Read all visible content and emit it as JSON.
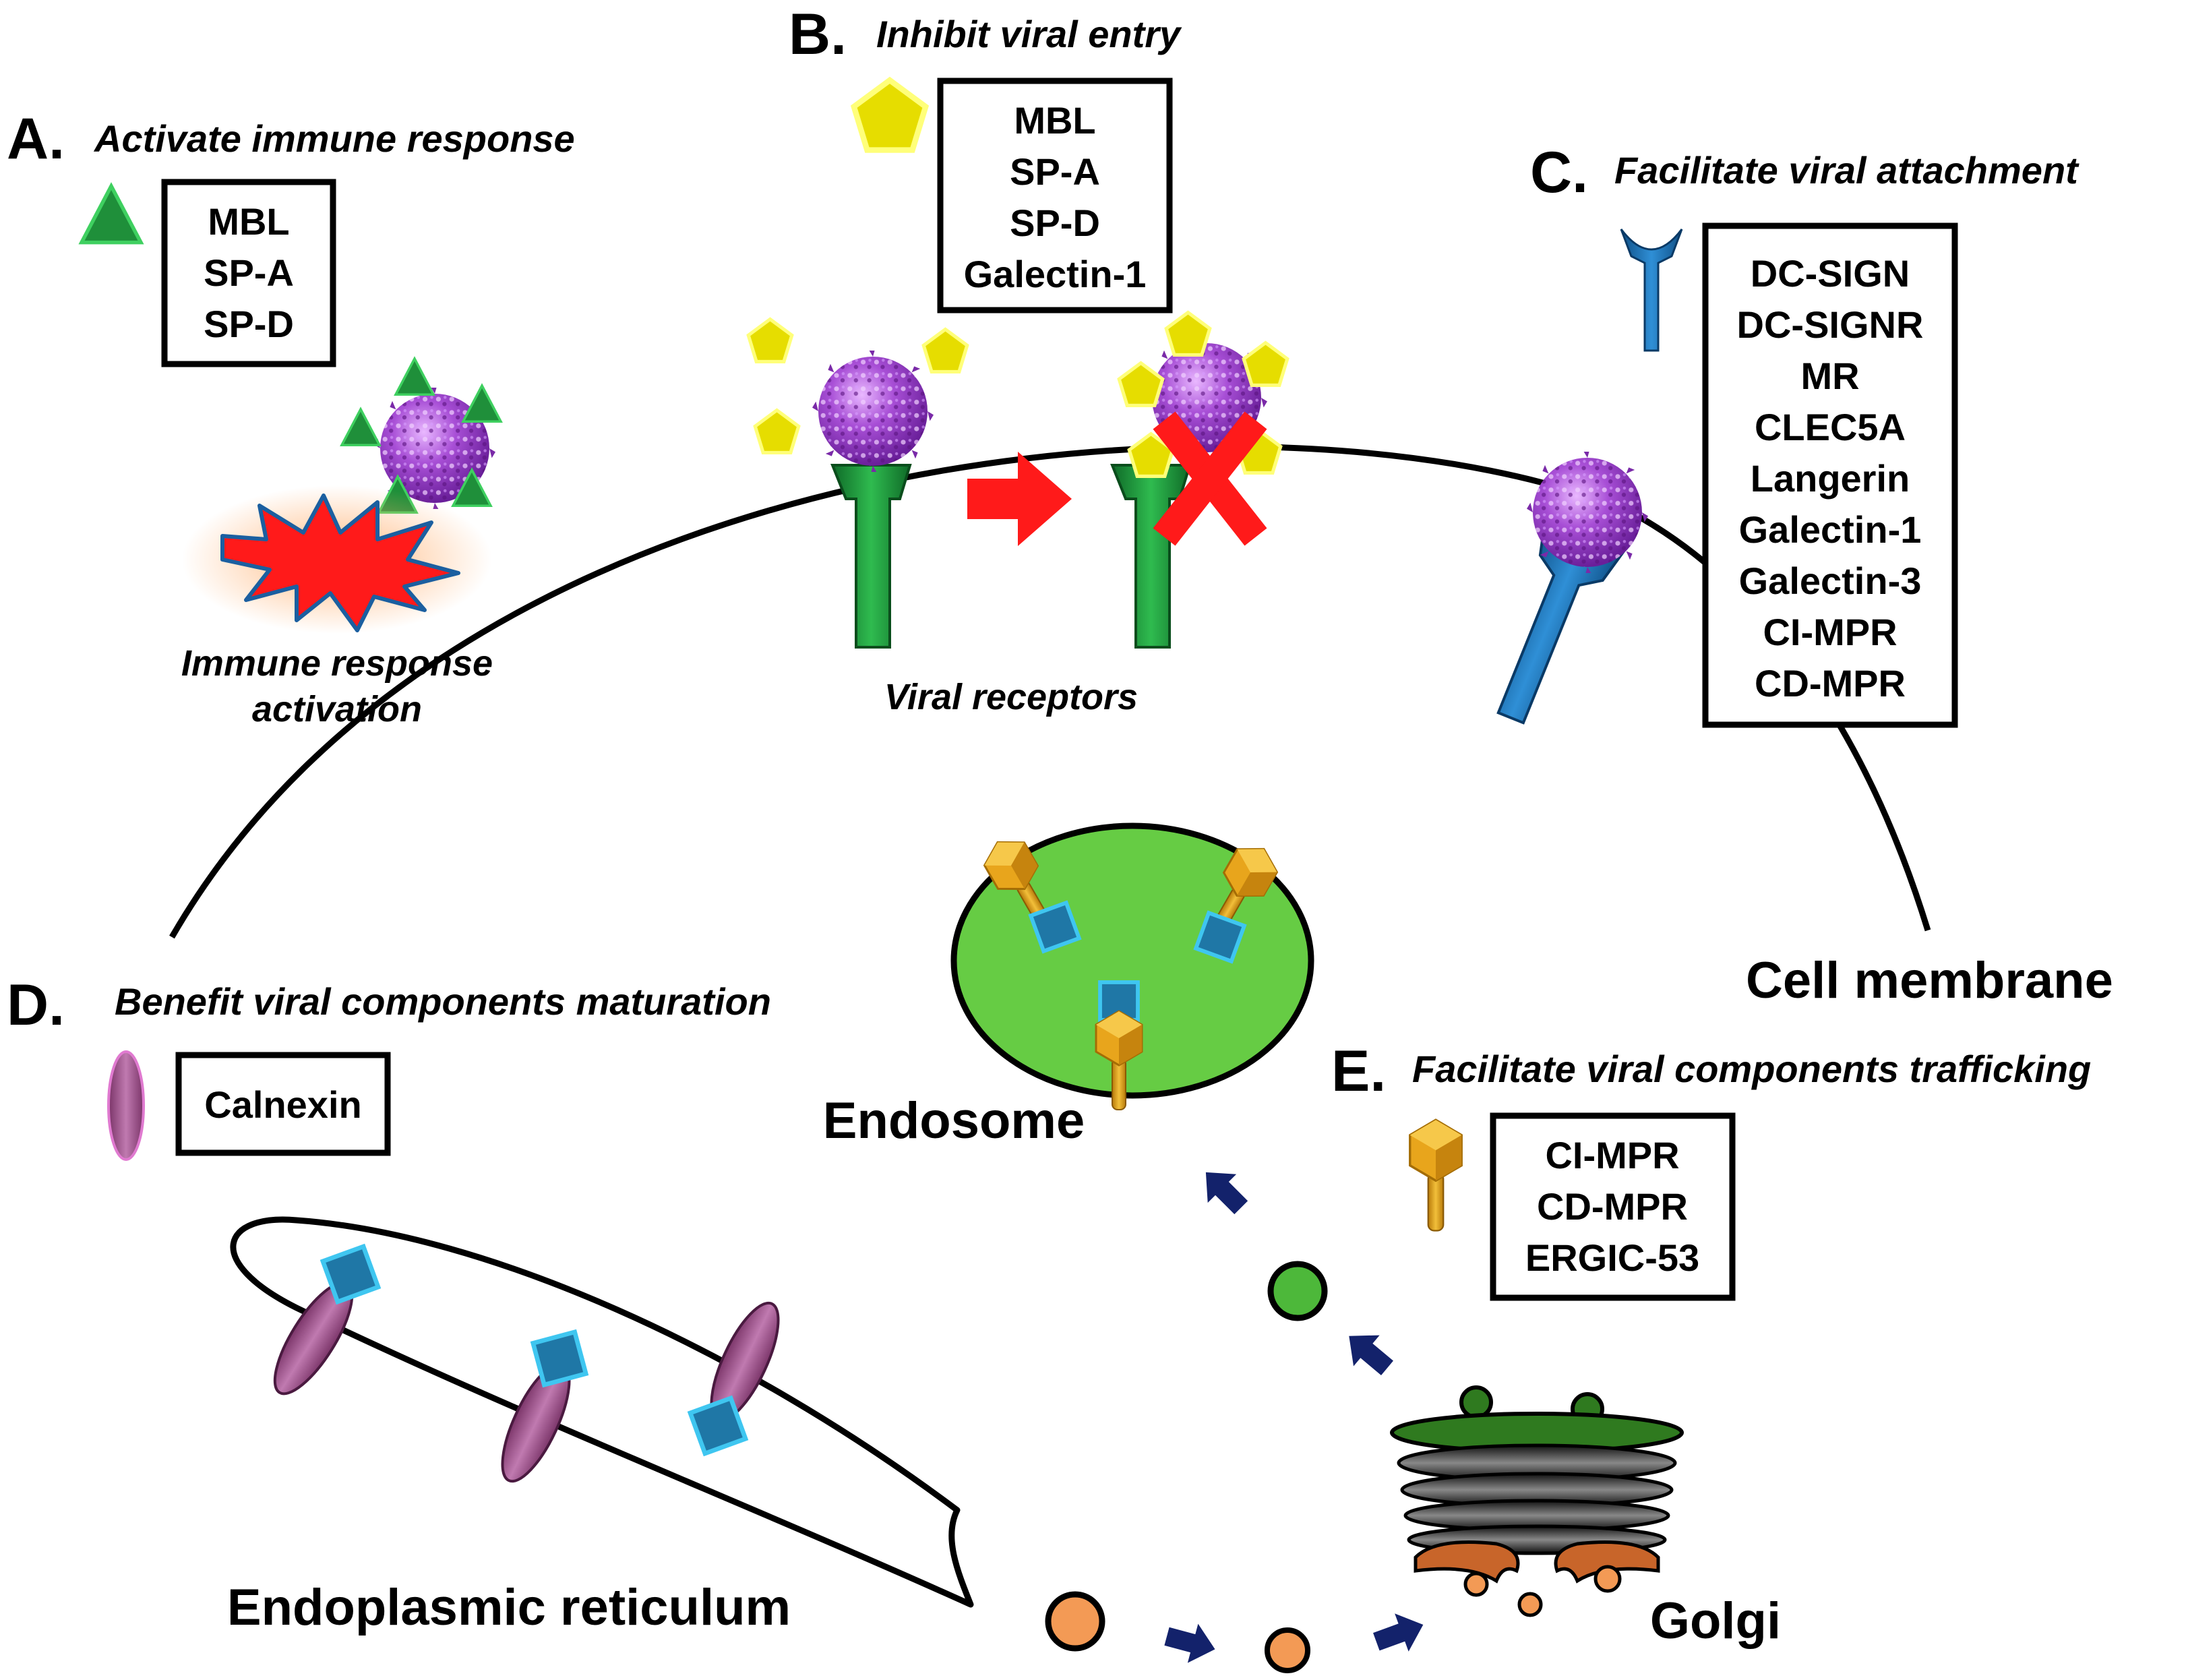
{
  "panels": {
    "a": {
      "letter": "A.",
      "title": "Activate immune response",
      "items": [
        "MBL",
        "SP-A",
        "SP-D"
      ],
      "caption_line1": "Immune response",
      "caption_line2": "activation"
    },
    "b": {
      "letter": "B.",
      "title": "Inhibit viral entry",
      "items": [
        "MBL",
        "SP-A",
        "SP-D",
        "Galectin-1"
      ],
      "receptors_label": "Viral receptors"
    },
    "c": {
      "letter": "C.",
      "title": "Facilitate viral attachment",
      "items": [
        "DC-SIGN",
        "DC-SIGNR",
        "MR",
        "CLEC5A",
        "Langerin",
        "Galectin-1",
        "Galectin-3",
        "CI-MPR",
        "CD-MPR"
      ]
    },
    "d": {
      "letter": "D.",
      "title": "Benefit viral components maturation",
      "items": [
        "Calnexin"
      ]
    },
    "e": {
      "letter": "E.",
      "title": "Facilitate viral components trafficking",
      "items": [
        "CI-MPR",
        "CD-MPR",
        "ERGIC-53"
      ]
    }
  },
  "labels": {
    "cell_membrane": "Cell membrane",
    "endosome": "Endosome",
    "er": "Endoplasmic reticulum",
    "golgi": "Golgi"
  },
  "colors": {
    "triangle_green": "#1f8f3a",
    "pentagon_yellow": "#e6dd00",
    "receptor_green": "#1e9a3c",
    "receptor_blue": "#1b6fb3",
    "virus_purple": "#9b3cc9",
    "inhibit_red": "#ff1a1a",
    "endosome_green": "#66cc44",
    "er_lectin_mauve": "#9b4f8a",
    "cargo_blue": "#1f77a6",
    "trafficking_gold": "#e0a21a",
    "vesicle_orange": "#f39a55",
    "arrow_navy": "#13226b"
  }
}
